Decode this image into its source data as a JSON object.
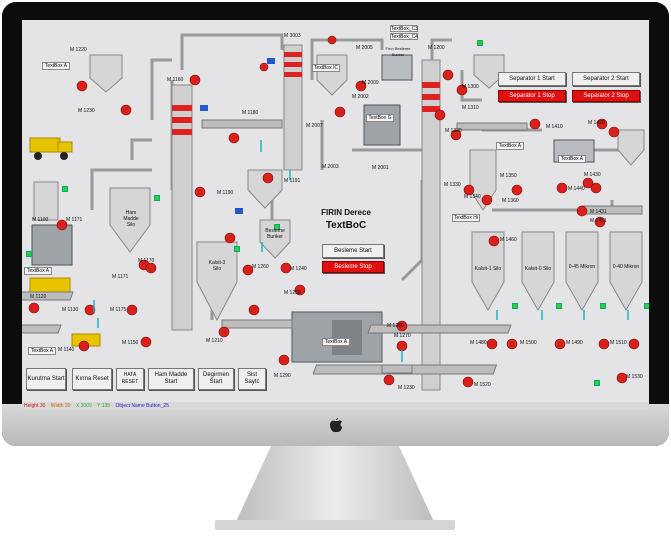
{
  "title_line1": "FIRIN Derece",
  "title_line2": "TextBoC",
  "buttons": {
    "kurutma": "Kurutma Start",
    "kirma": "Kırma Reset",
    "hata": "HATA RESET",
    "ham_madde": "Ham Madde Start",
    "degirmen": "Degirmen Start",
    "sist": "Sist Saytc",
    "besleme_start": "Besleme Start",
    "besleme_stop": "Besleme Stop",
    "sep1_start": "Separator 1 Start",
    "sep2_start": "Separator 2 Start",
    "sep1_stop": "Separator 1 Stop",
    "sep2_stop": "Separator 2 Stop"
  },
  "silos": {
    "ham_madde": "Ham Madde Silo",
    "kalsit3": "Kalsit-3 Silo",
    "besleme": "Besleme Bunker",
    "firin_besleme": "Fırın Besleme Bunker",
    "kalsit1": "Kalsit-1 Silo",
    "kalsit0": "Kalsit-0 Silo",
    "s045": "0-45 Mikron",
    "s040": "0-40 Mikron"
  },
  "textboxes": {
    "tb_a1": "TextBox A",
    "tb_a2": "TextBox A",
    "tb_a3": "TextBox A",
    "tb_ic": "TextBox IC",
    "tb_g": "TextBox G",
    "tb_c3": "TextBox_C3",
    "tb_c4": "TextBox_C4",
    "tb_hi": "TextBox Hi",
    "tb_a4": "TextBox A",
    "tb_a5": "TextBox A",
    "tb_main": "TextBox A"
  },
  "motors": [
    "M 1220",
    "M 1230",
    "M 1160",
    "M 3003",
    "M 2005",
    "M 1200",
    "M 1310",
    "M 1300",
    "M 2003",
    "M 1180",
    "M 2007",
    "M 2009",
    "M 2002",
    "M 2001",
    "M 1320",
    "M 1410",
    "M 1420",
    "M 1100",
    "M 1171",
    "M 1190",
    "M 1191",
    "M 1170",
    "M 1330",
    "M 1340",
    "M 1350",
    "M 1360",
    "M 1440",
    "M 1430",
    "M 1431",
    "M 1451",
    "M 1460",
    "M 1120",
    "M 1130",
    "M 1175",
    "M 1140",
    "M 1150",
    "M 1210",
    "M 1240",
    "M 1250",
    "M 1280",
    "M 1270",
    "M 1290",
    "M 1480",
    "M 1500",
    "M 1490",
    "M 1510",
    "M 1520",
    "M 1530",
    "M 1260",
    "M 1230",
    "M 1171"
  ],
  "status_bar": {
    "height": "Height 30",
    "width": "Width 30",
    "x": "X 3009",
    "y": "Y 135",
    "object_name": "Object Name Button_25"
  },
  "colors": {
    "screen_bg": "#e4e4e6",
    "motor_red": "#d9201a",
    "run_green": "#2fd03a",
    "stop_red": "#e01010"
  }
}
